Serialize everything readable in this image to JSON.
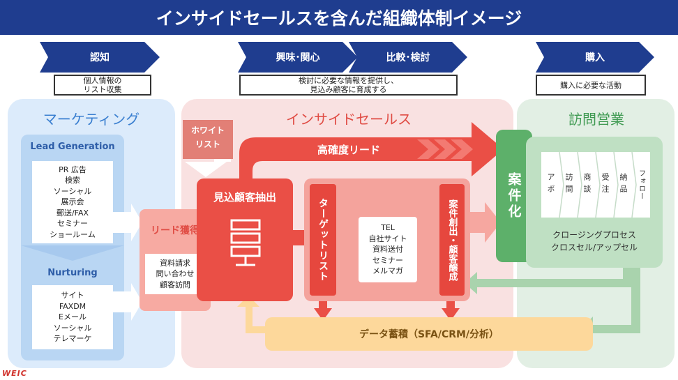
{
  "title": "インサイドセールスを含んだ組織体制イメージ",
  "stages": [
    "認知",
    "興味･関心",
    "比較･検討",
    "購入"
  ],
  "stage_notes": {
    "awareness": [
      "個人情報の",
      "リスト収集"
    ],
    "interest": [
      "検討に必要な情報を提供し、",
      "見込み顧客に育成する"
    ],
    "purchase": "購入に必要な活動"
  },
  "marketing": {
    "title": "マーケティング",
    "lead_generation": {
      "title": "Lead Generation",
      "items": [
        "PR 広告",
        "検索",
        "ソーシャル",
        "展示会",
        "郵送/FAX",
        "セミナー",
        "ショールーム"
      ]
    },
    "nurturing": {
      "title": "Nurturing",
      "items": [
        "サイト",
        "FAXDM",
        "Eメール",
        "ソーシャル",
        "テレマーケ"
      ]
    }
  },
  "lead_acquisition": {
    "title": "リード獲得",
    "items": [
      "資料請求",
      "問い合わせ",
      "顧客訪問"
    ]
  },
  "inside_sales": {
    "title": "インサイドセールス",
    "whitelist": [
      "ホワイト",
      "リスト"
    ],
    "high_lead": "高確度リード",
    "prospect": "見込顧客抽出",
    "target_list": "ターゲットリスト",
    "channels": [
      "TEL",
      "自社サイト",
      "資料送付",
      "セミナー",
      "メルマガ"
    ],
    "nurture": "案件創出・顧客醸成"
  },
  "deal": "案件化",
  "field_sales": {
    "title": "訪問営業",
    "steps": [
      "アポ",
      "訪問",
      "商談",
      "受注",
      "納品",
      "フォロー"
    ],
    "process": [
      "クロージングプロセス",
      "クロスセル/アップセル"
    ]
  },
  "data_store": "データ蓄積（SFA/CRM/分析）",
  "logo": "WEIC",
  "colors": {
    "navy": "#1f3d8f",
    "marketing_bg": "#dcebfb",
    "inside_bg": "#f9e1e1",
    "red": "#ea4f46",
    "green": "#5db06a",
    "yellow": "#fdd89b"
  }
}
